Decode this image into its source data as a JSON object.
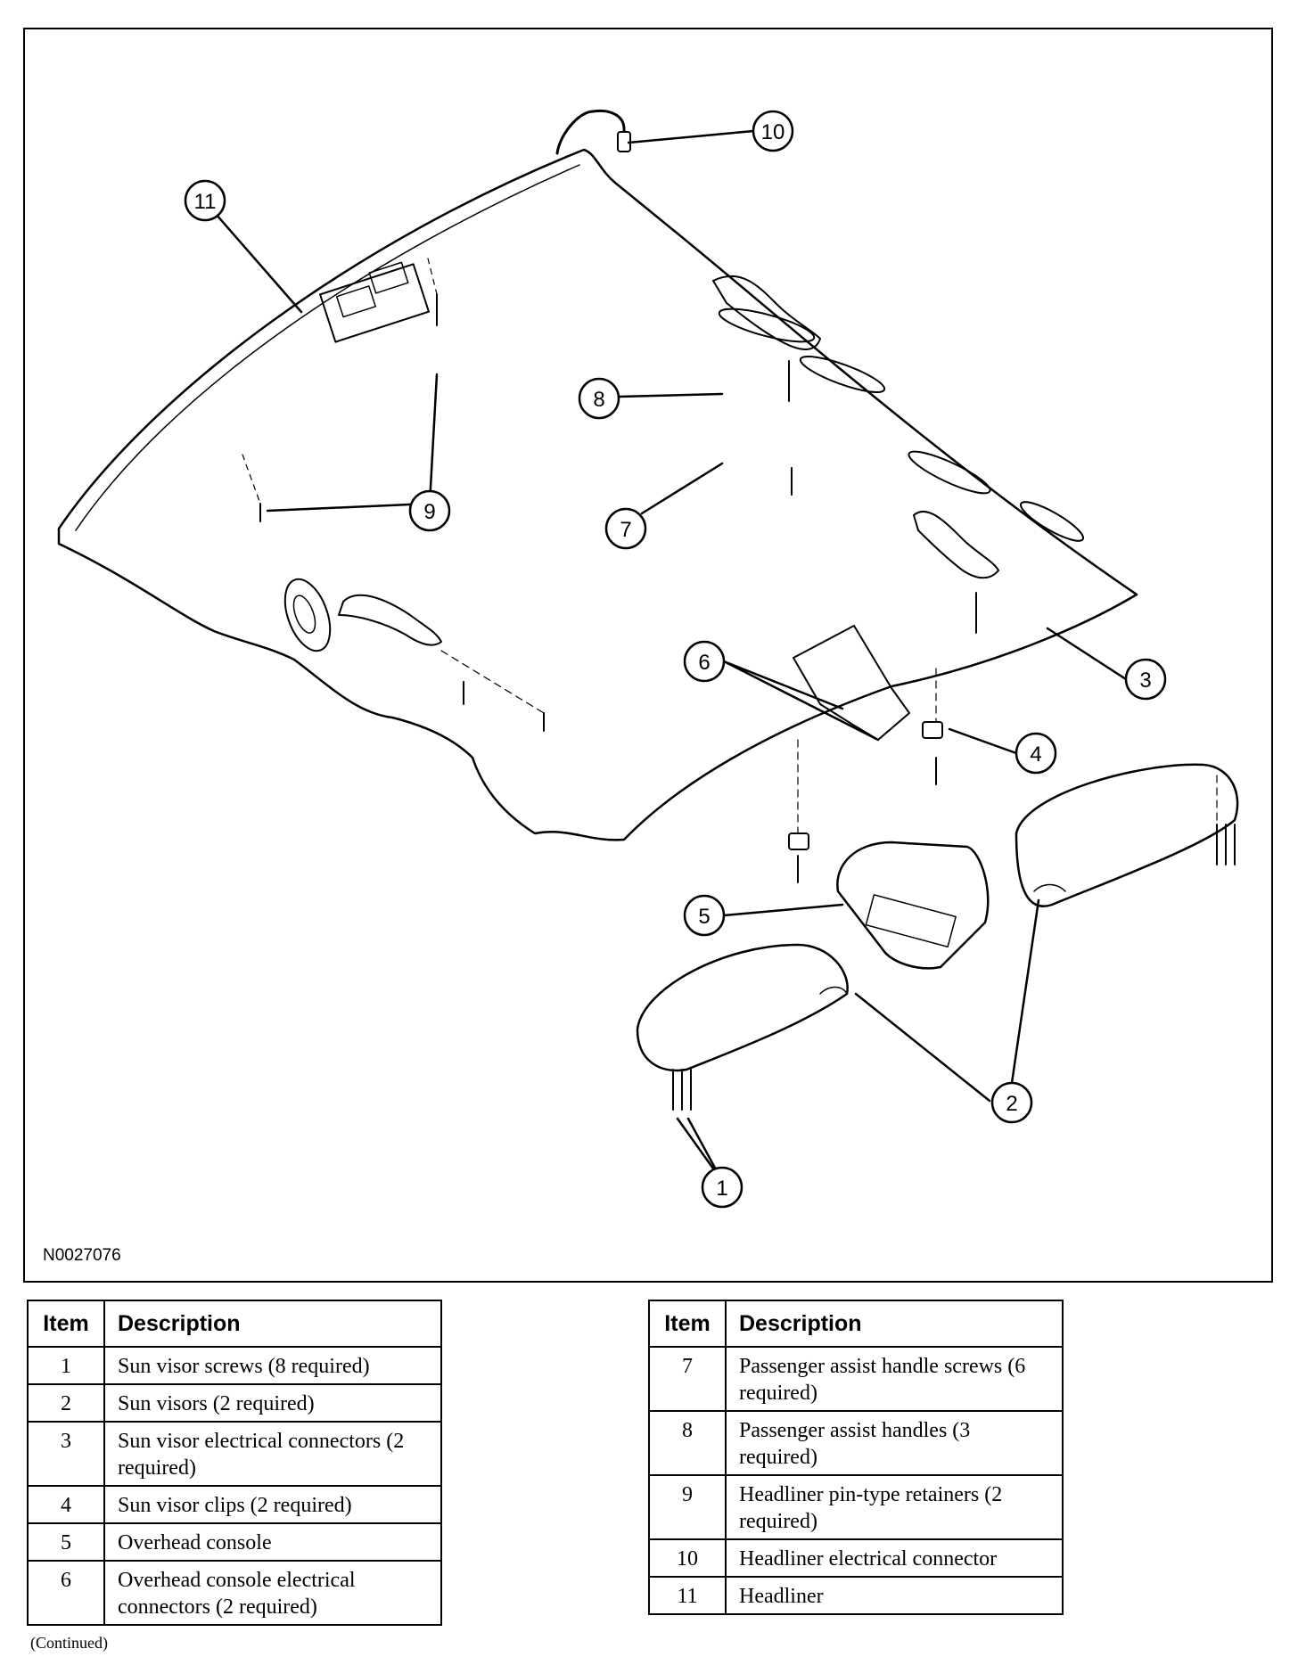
{
  "figure": {
    "id": "N0027076",
    "callouts": [
      "1",
      "2",
      "3",
      "4",
      "5",
      "6",
      "7",
      "8",
      "9",
      "10",
      "11"
    ]
  },
  "legend": {
    "header_item": "Item",
    "header_description": "Description",
    "left_rows": [
      {
        "item": "1",
        "description": "Sun visor screws (8 required)"
      },
      {
        "item": "2",
        "description": "Sun visors (2 required)"
      },
      {
        "item": "3",
        "description": "Sun visor electrical connectors (2 required)"
      },
      {
        "item": "4",
        "description": "Sun visor clips (2 required)"
      },
      {
        "item": "5",
        "description": "Overhead console"
      },
      {
        "item": "6",
        "description": "Overhead console electrical connectors (2 required)"
      }
    ],
    "right_rows": [
      {
        "item": "7",
        "description": "Passenger assist handle screws (6 required)"
      },
      {
        "item": "8",
        "description": "Passenger assist handles (3 required)"
      },
      {
        "item": "9",
        "description": "Headliner pin-type retainers (2 required)"
      },
      {
        "item": "10",
        "description": "Headliner electrical connector"
      },
      {
        "item": "11",
        "description": "Headliner"
      }
    ]
  },
  "footer": {
    "continued": "(Continued)"
  }
}
